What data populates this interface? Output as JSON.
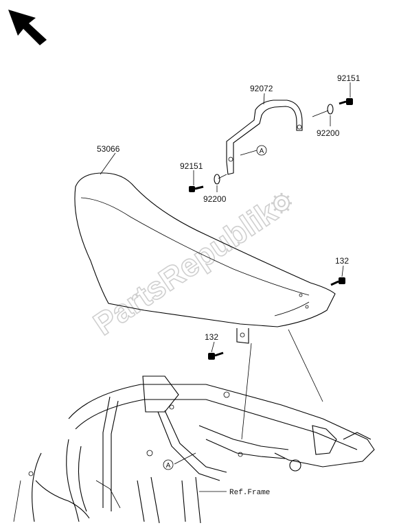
{
  "diagram": {
    "direction_arrow_icon": "arrow-up-left-icon",
    "watermark_text": "PartsRepublik",
    "callouts": {
      "seat_part": "53066",
      "grab_bar_part": "92072",
      "bolt_top_right": "92151",
      "washer_top_right": "92200",
      "bolt_left": "92151",
      "washer_left": "92200",
      "bolt_right": "132",
      "bolt_lower": "132",
      "ref_frame": "Ref.Frame"
    },
    "markers": {
      "marker_upper": "A",
      "marker_lower": "A"
    }
  }
}
